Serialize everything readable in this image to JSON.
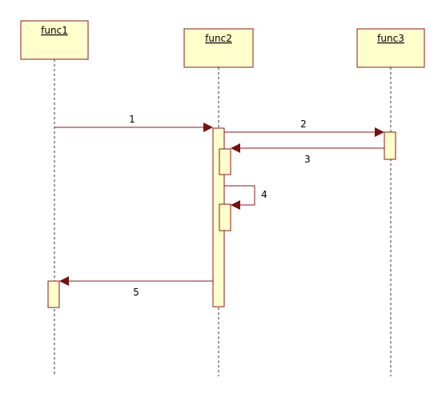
{
  "diagram": {
    "type": "sequence",
    "colors": {
      "box_fill": "#ffffcc",
      "border": "#8b1a1a",
      "arrow": "#8b1a1a",
      "arrowhead": "#7a1010",
      "lifeline": "#333333"
    },
    "lifelines": [
      {
        "id": "func1",
        "label": "func1"
      },
      {
        "id": "func2",
        "label": "func2"
      },
      {
        "id": "func3",
        "label": "func3"
      }
    ],
    "messages": [
      {
        "label": "1",
        "from": "func1",
        "to": "func2"
      },
      {
        "label": "2",
        "from": "func2",
        "to": "func3"
      },
      {
        "label": "3",
        "from": "func3",
        "to": "func2"
      },
      {
        "label": "4",
        "from": "func2",
        "to": "func2"
      },
      {
        "label": "5",
        "from": "func2",
        "to": "func1"
      }
    ]
  }
}
